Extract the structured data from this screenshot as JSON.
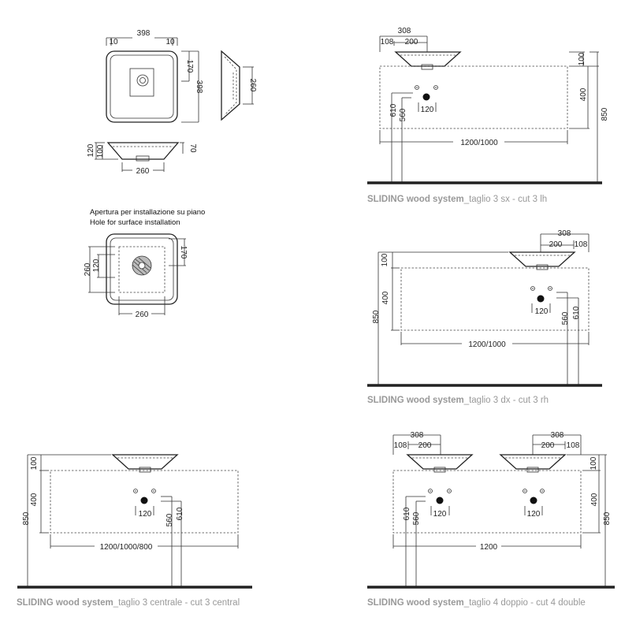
{
  "basin": {
    "top_width": "398",
    "top_margin_left": "10",
    "top_margin_right": "10",
    "top_depth": "398",
    "drain_offset": "170",
    "side_height": "260",
    "front_h1": "120",
    "front_h2": "100",
    "front_h3": "70",
    "front_base": "260"
  },
  "cutout": {
    "note_it": "Apertura per installazione su piano",
    "note_en": "Hole for surface installation",
    "height": "260",
    "inner": "120",
    "offset": "170",
    "width": "260"
  },
  "panels": [
    {
      "caption_bold": "SLIDING wood system",
      "caption_rest": "_taglio 3 sx - cut 3 lh",
      "w308": "308",
      "w108": "108",
      "w200": "200",
      "h100": "100",
      "h400": "400",
      "h850": "850",
      "h610": "610",
      "h560": "560",
      "w120": "120",
      "width": "1200/1000"
    },
    {
      "caption_bold": "SLIDING wood system",
      "caption_rest": "_taglio 3 dx - cut 3 rh",
      "w308": "308",
      "w108": "108",
      "w200": "200",
      "h100": "100",
      "h400": "400",
      "h850": "850",
      "h610": "610",
      "h560": "560",
      "w120": "120",
      "width": "1200/1000"
    },
    {
      "caption_bold": "SLIDING wood system",
      "caption_rest": "_taglio 3 centrale - cut 3 central",
      "h100": "100",
      "h400": "400",
      "h850": "850",
      "h610": "610",
      "h560": "560",
      "w120": "120",
      "width": "1200/1000/800"
    },
    {
      "caption_bold": "SLIDING wood system",
      "caption_rest": "_taglio 4 doppio - cut 4 double",
      "w308": "308",
      "w108": "108",
      "w200": "200",
      "h100": "100",
      "h400": "400",
      "h850": "850",
      "h610": "610",
      "h560": "560",
      "w120": "120",
      "width": "1200"
    }
  ]
}
